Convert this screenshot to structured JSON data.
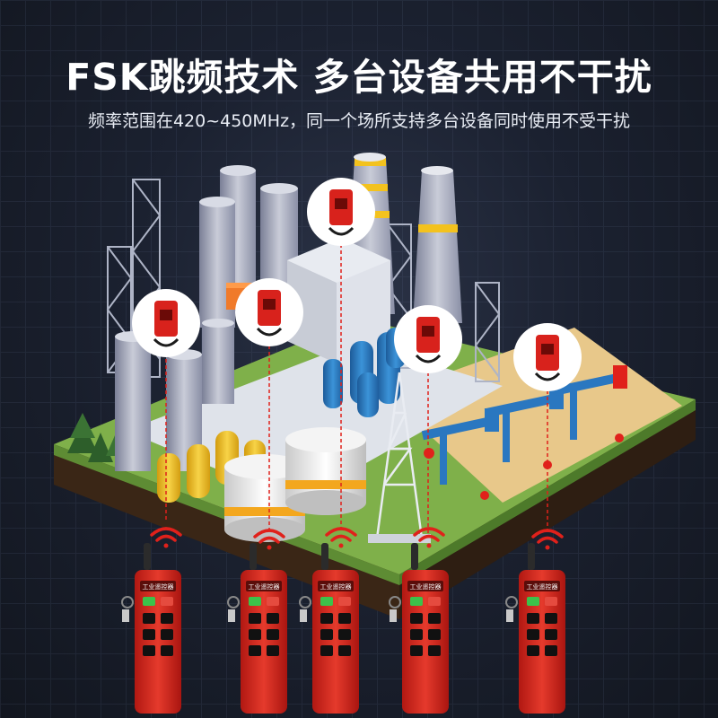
{
  "headline": "FSK跳频技术 多台设备共用不干扰",
  "subheadline": "频率范围在420~450MHz，同一个场所支持多台设备同时使用不受干扰",
  "remote": {
    "brand": "工业遥控器",
    "count": 5
  },
  "receiver": {
    "count": 5
  },
  "colors": {
    "background": "#151a26",
    "device_red": "#d8221c",
    "signal_red": "#e0211b",
    "grass": "#7fb04a",
    "sand": "#e8c88a",
    "soil": "#6b4a2b",
    "tank_blue": "#2f7fc4",
    "tank_yellow": "#f3c21e",
    "pump_blue": "#2a77c0"
  },
  "icons": {
    "signal": "wifi-signal-icon",
    "remote": "handheld-remote-icon",
    "receiver": "receiver-box-icon"
  }
}
